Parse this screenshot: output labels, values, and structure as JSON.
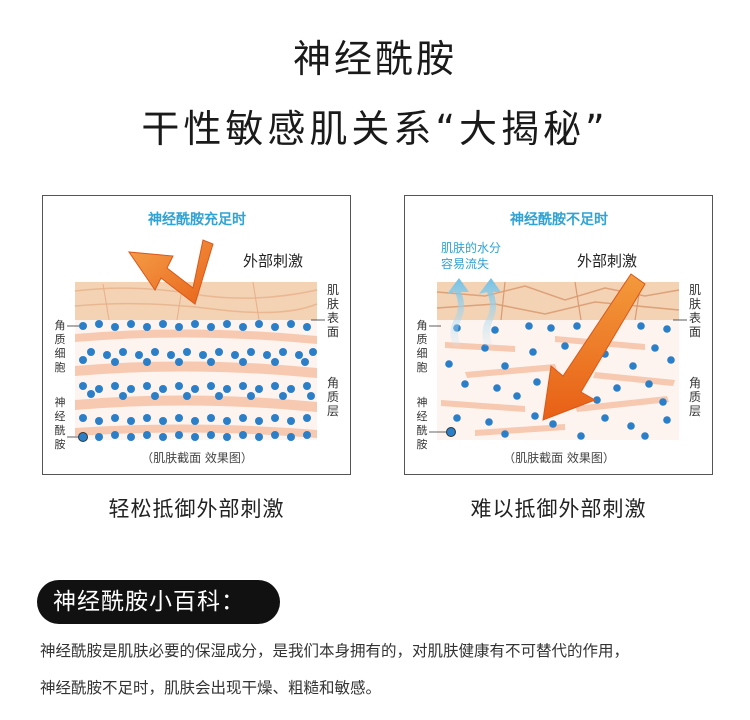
{
  "header": {
    "title": "神经酰胺",
    "subtitle": "干性敏感肌关系“大揭秘”"
  },
  "panels": [
    {
      "heading": "神经酰胺充足时",
      "label_stimulus": "外部刺激",
      "label_left_cell": [
        "角",
        "质",
        "细",
        "胞"
      ],
      "label_left_ceramide": [
        "神",
        "经",
        "酰",
        "胺"
      ],
      "label_right_surface": [
        "肌",
        "肤",
        "表",
        "面"
      ],
      "label_right_layer": [
        "角",
        "质",
        "层"
      ],
      "footer": "（肌肤截面 效果图）",
      "caption": "轻松抵御外部刺激"
    },
    {
      "heading": "神经酰胺不足时",
      "label_water_1": "肌肤的水分",
      "label_water_2": "容易流失",
      "label_stimulus": "外部刺激",
      "label_left_cell": [
        "角",
        "质",
        "细",
        "胞"
      ],
      "label_left_ceramide": [
        "神",
        "经",
        "酰",
        "胺"
      ],
      "label_right_surface": [
        "肌",
        "肤",
        "表",
        "面"
      ],
      "label_right_layer": [
        "角",
        "质",
        "层"
      ],
      "footer": "（肌肤截面 效果图）",
      "caption": "难以抵御外部刺激"
    }
  ],
  "encyclopedia": {
    "title": "神经酰胺小百科：",
    "line1": "神经酰胺是肌肤必要的保湿成分，是我们本身拥有的，对肌肤健康有不可替代的作用，",
    "line2": "神经酰胺不足时，肌肤会出现干燥、粗糙和敏感。"
  },
  "colors": {
    "heading_blue": "#2fa3d4",
    "dot_blue": "#2b7fc9",
    "arrow_orange": "#f07a1e",
    "skin_band": "#f6c9b0",
    "surface_band": "#f4d2b4"
  }
}
